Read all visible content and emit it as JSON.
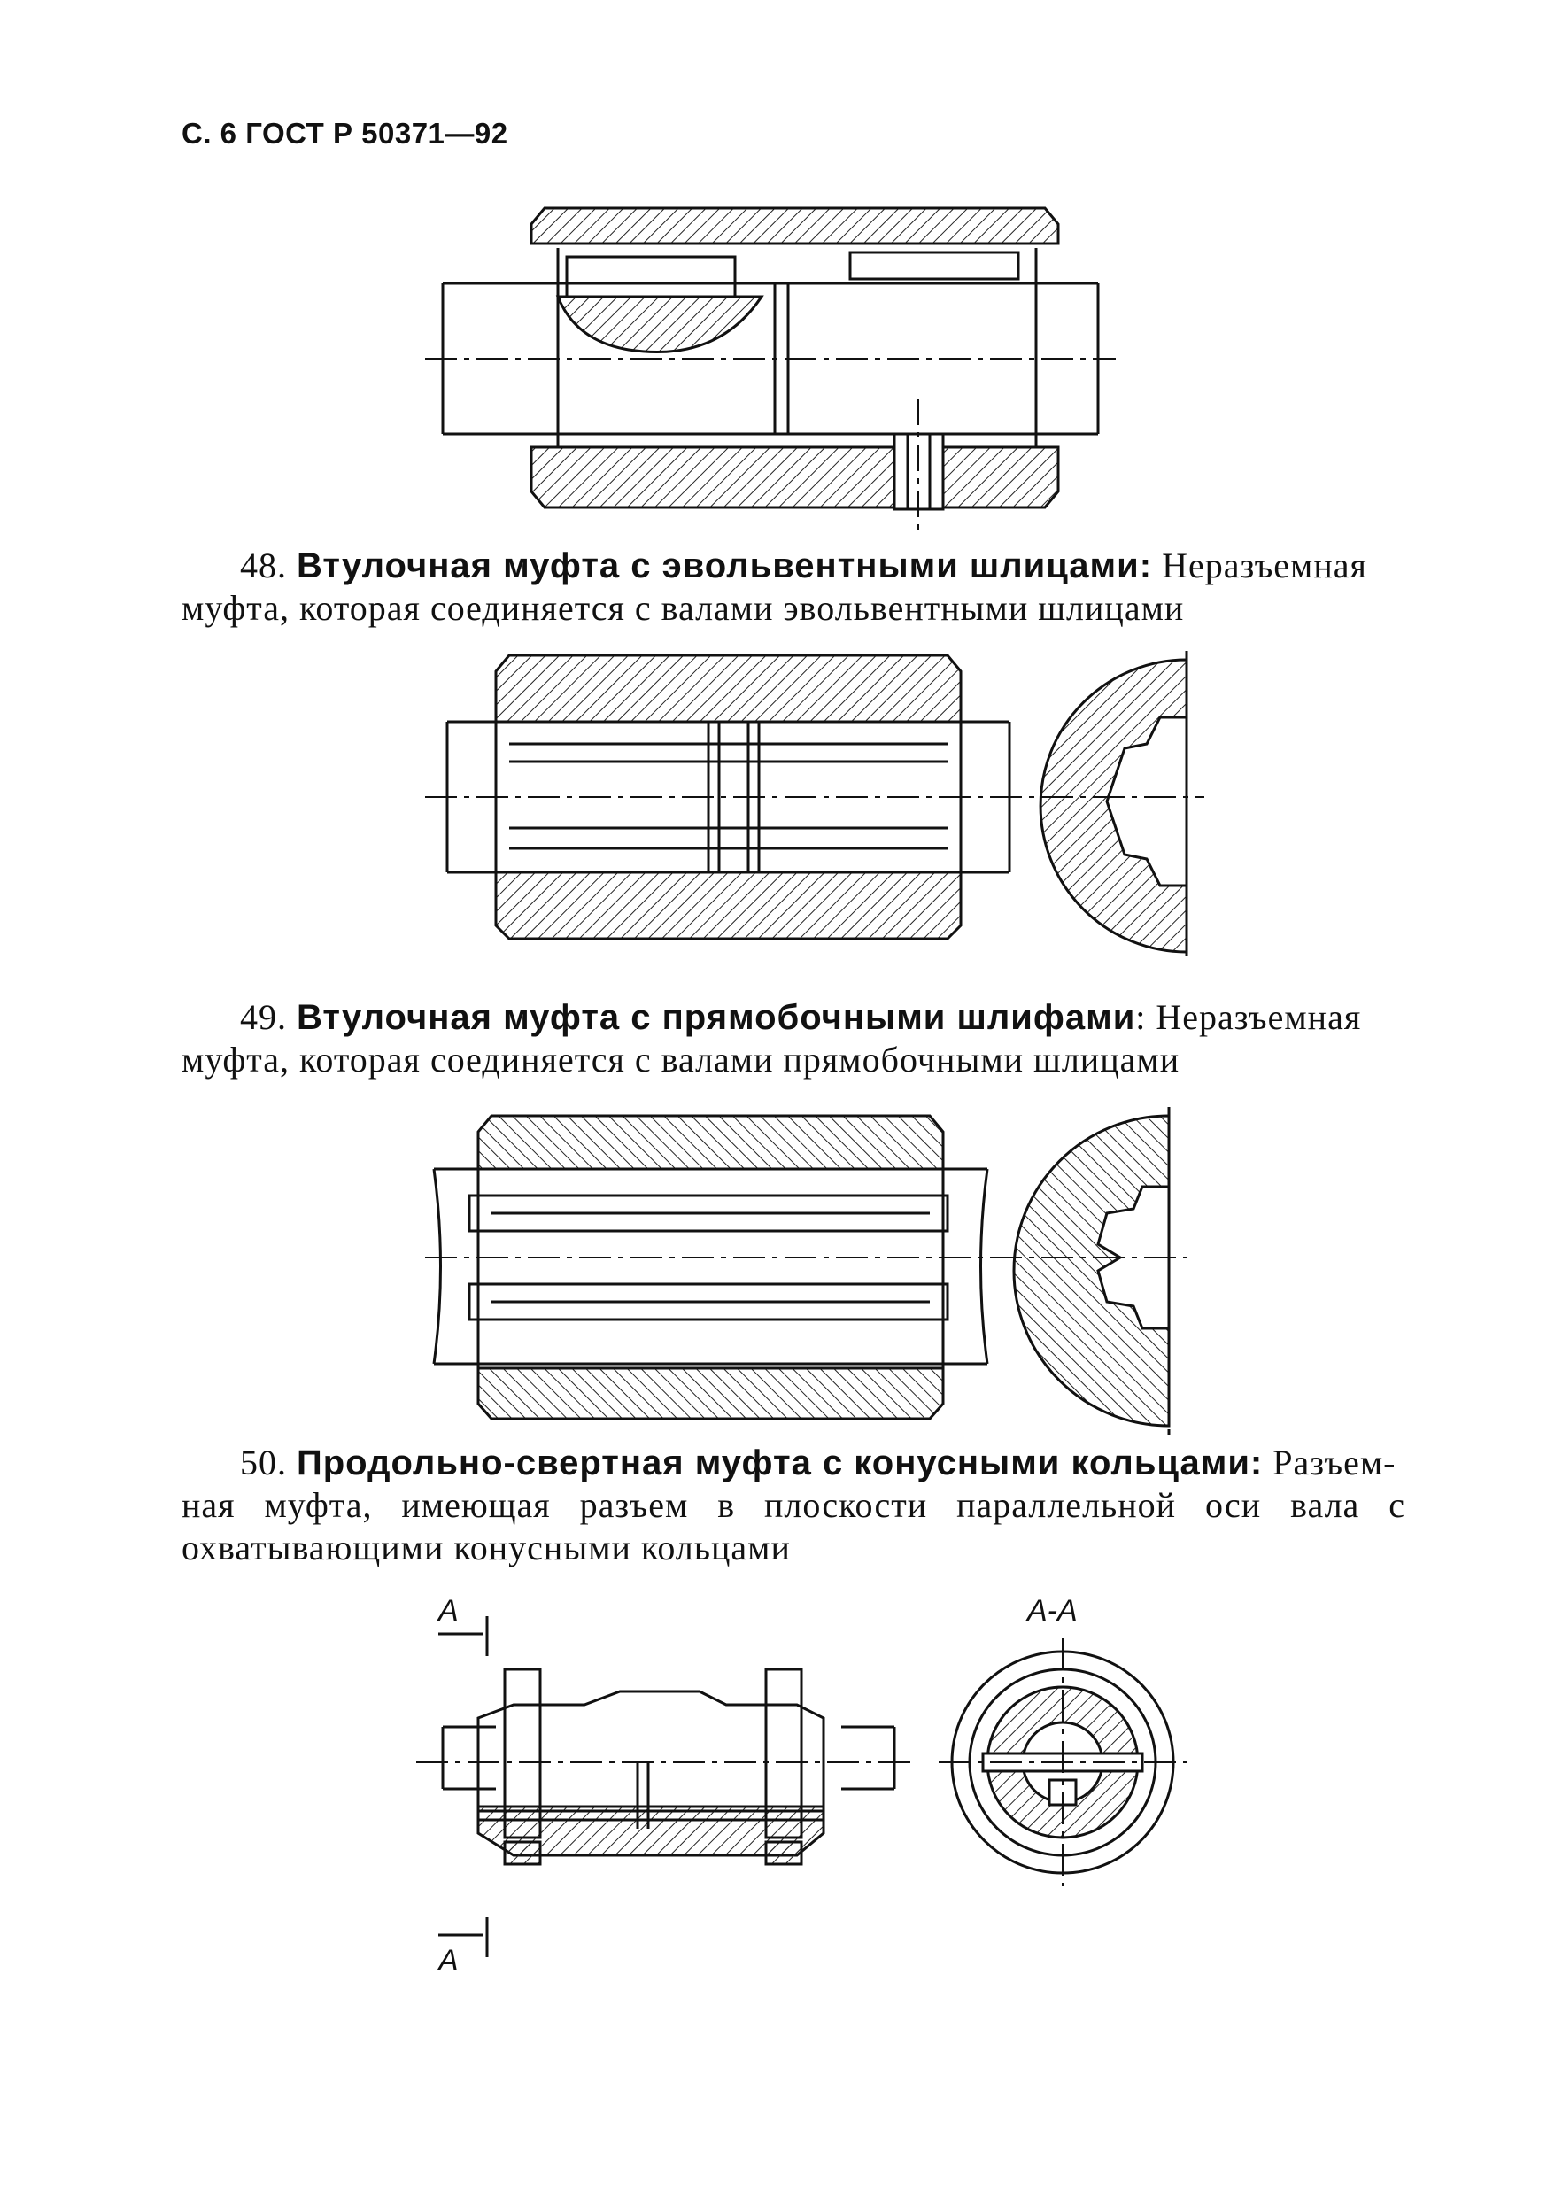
{
  "header": {
    "text": "С. 6 ГОСТ Р 50371—92"
  },
  "items": [
    {
      "number": "48.",
      "term": "Втулочная муфта с эвольвентными шлицами:",
      "definition_line1": "Неразъемная",
      "definition_rest": "муфта, которая соединяется с валами эвольвентными шлицами"
    },
    {
      "number": "49.",
      "term": "Втулочная муфта с прямобочными шлифами",
      "term_suffix": ":",
      "definition_line1": "Неразъемная",
      "definition_rest": "муфта, которая соединяется с валами прямобочными шлицами"
    },
    {
      "number": "50.",
      "term": "Продольно-свертная муфта с конусными кольцами:",
      "definition_line1": "Разъем-",
      "definition_rest": "ная муфта, имеющая разъем в плоскости параллельной оси вала с охватывающими конусными кольцами"
    }
  ],
  "figure_labels": {
    "section_mark_top": "А",
    "section_mark_bottom": "А",
    "section_title": "А-А"
  }
}
